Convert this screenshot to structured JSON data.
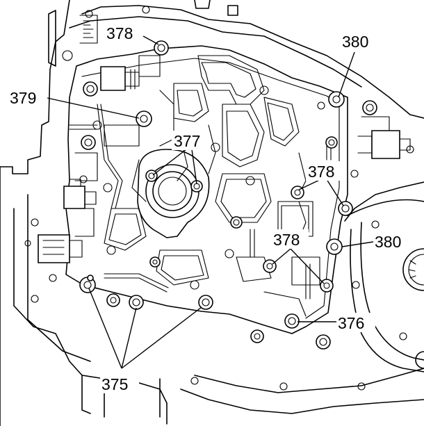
{
  "callouts": [
    {
      "id": "c378a",
      "text": "378"
    },
    {
      "id": "c379",
      "text": "379"
    },
    {
      "id": "c380a",
      "text": "380"
    },
    {
      "id": "c377",
      "text": "377"
    },
    {
      "id": "c378b",
      "text": "378"
    },
    {
      "id": "c378c",
      "text": "378"
    },
    {
      "id": "c380b",
      "text": "380"
    },
    {
      "id": "c376",
      "text": "376"
    },
    {
      "id": "c375",
      "text": "375"
    }
  ]
}
